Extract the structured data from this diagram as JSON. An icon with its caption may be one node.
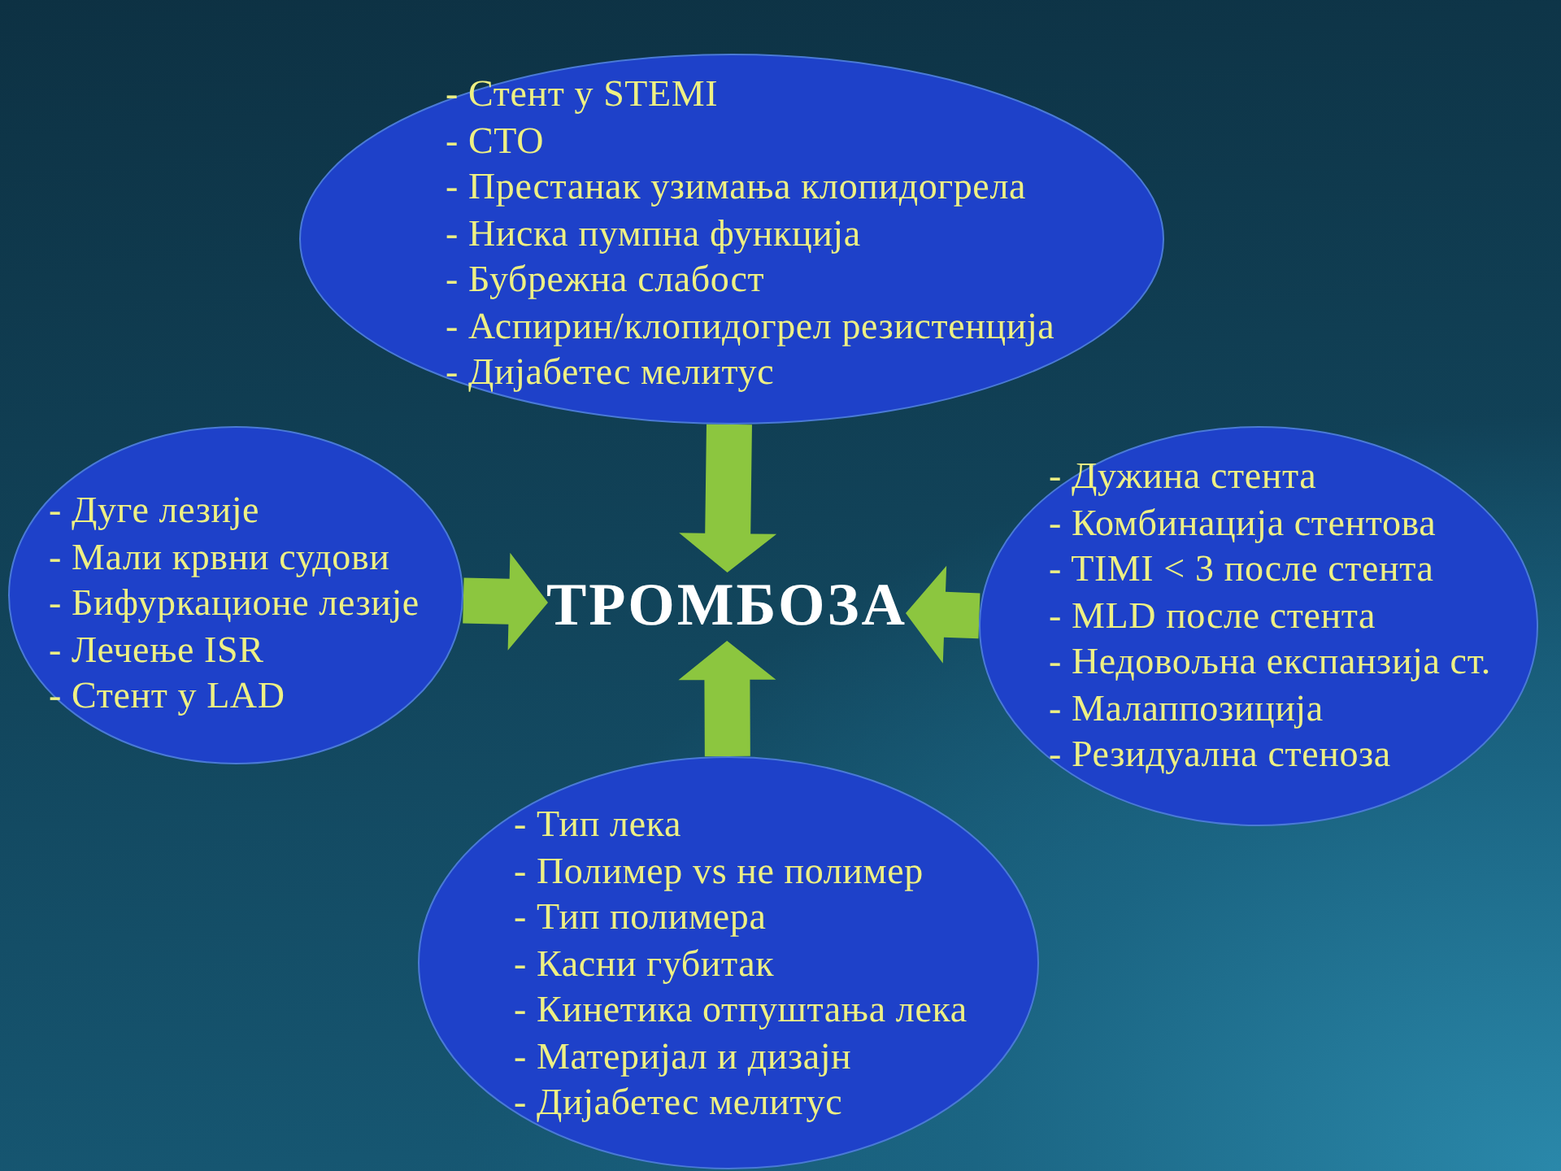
{
  "diagram": {
    "nodes": [
      {
        "text": [
          "- Стент у STEMI",
          "- CTO",
          "- Престанак узимања клопидогрела",
          "- Ниска пумпна функција",
          "- Бубрежна слабост",
          "- Аспирин/клопидогрел резистенција",
          "- Дијабетес мелитус"
        ]
      },
      {
        "text": [
          "- Дуге лезије",
          "- Мали крвни судови",
          "- Бифуркационе лезије",
          "- Лечење ISR",
          "- Стент у LAD"
        ]
      },
      {
        "text": [
          "ТРОМБОЗА"
        ]
      },
      {
        "text": [
          "- Дужина стента",
          "- Комбинација стентова",
          "- TIMI < 3 после стента",
          "- MLD после стента",
          "- Недовољна експанзија ст.",
          "- Малаппозиција",
          "- Резидуална стеноза"
        ]
      },
      {
        "text": [
          "- Тип лека",
          "- Полимер vs не полимер",
          "- Тип полимера",
          "- Касни губитак",
          "- Кинетика отпуштања лека",
          "- Материјал и дизајн",
          "- Дијабетес мелитус"
        ]
      }
    ],
    "edges": [
      {
        "from": 0,
        "to": 2,
        "arrow": "to"
      },
      {
        "from": 1,
        "to": 2,
        "arrow": "to"
      },
      {
        "from": 3,
        "to": 2,
        "arrow": "to"
      },
      {
        "from": 4,
        "to": 2,
        "arrow": "to"
      }
    ]
  }
}
